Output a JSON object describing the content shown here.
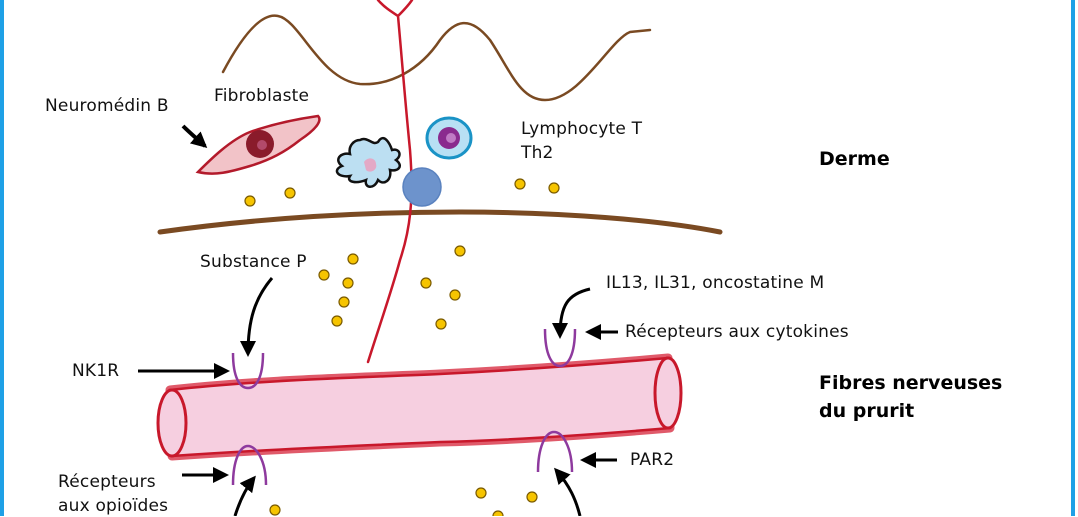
{
  "diagram": {
    "colors": {
      "frame_border": "#1ea0e6",
      "dermis_line": "#7a4a22",
      "nerve_fiber": "#c8182b",
      "nerve_fill": "#f6cfe0",
      "receptor": "#8e3a9e",
      "molecule": "#f6c400",
      "arrow": "#000000"
    },
    "labels": {
      "neuromedin_b": "Neuromédin B",
      "fibroblaste": "Fibroblaste",
      "lymphocyte_t": "Lymphocyte T",
      "th2": "Th2",
      "derme": "Derme",
      "substance_p": "Substance P",
      "cytokines": "IL13, IL31, oncostatine M",
      "cytokine_receptors": "Récepteurs aux cytokines",
      "nk1r": "NK1R",
      "nerve_fibers_line1": "Fibres nerveuses",
      "nerve_fibers_line2": "du prurit",
      "par2": "PAR2",
      "opioid_receptors_line1": "Récepteurs",
      "opioid_receptors_line2": "aux opioïdes"
    },
    "icons": {
      "fibroblast": "fibroblast-cell-icon",
      "dendritic_cell": "dendritic-cell-icon",
      "lymphocyte": "lymphocyte-cell-icon",
      "mast_cell": "blue-cell-icon",
      "nerve_fiber": "nerve-fiber-tube-icon",
      "receptor": "receptor-u-shape-icon",
      "molecule": "yellow-molecule-dot-icon"
    }
  }
}
